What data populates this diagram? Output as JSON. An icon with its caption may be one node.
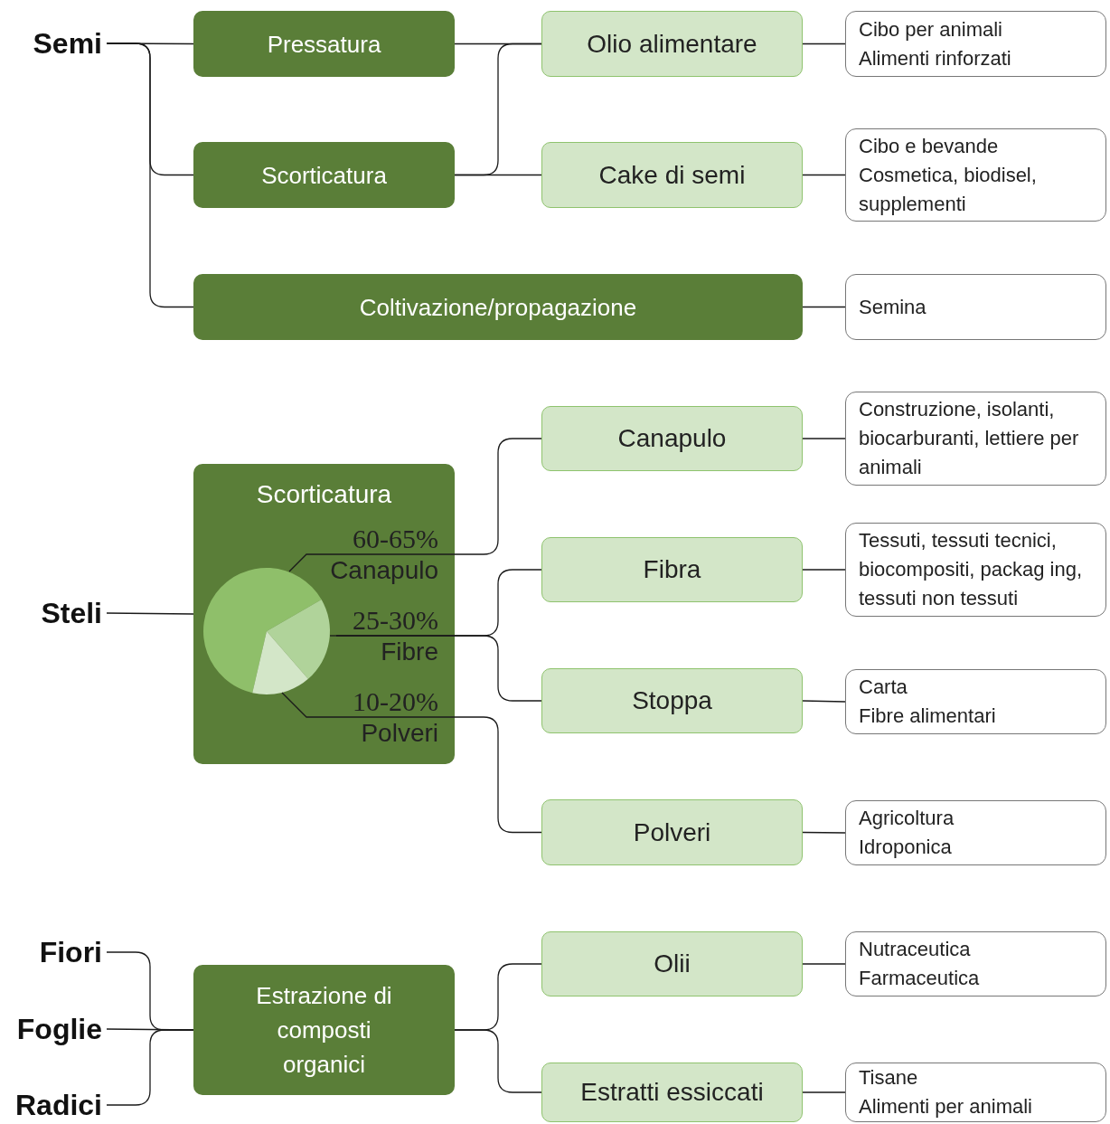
{
  "diagram": {
    "nodes": [
      {
        "text": [
          "Semi"
        ]
      },
      {
        "text": [
          "Pressatura"
        ]
      },
      {
        "text": [
          "Scorticatura"
        ]
      },
      {
        "text": [
          "Coltivazione/propagazione"
        ]
      },
      {
        "text": [
          "Olio alimentare"
        ]
      },
      {
        "text": [
          "Cake di semi"
        ]
      },
      {
        "text": [
          "Cibo per animali",
          "Alimenti rinforzati"
        ]
      },
      {
        "text": [
          "Cibo e bevande",
          "Cosmetica, biodisel, supplementi"
        ]
      },
      {
        "text": [
          "Semina"
        ]
      },
      {
        "text": [
          "Steli"
        ]
      },
      {
        "text": [
          "Scorticatura"
        ]
      },
      {
        "text": [
          "60-65%",
          "Canapulo"
        ],
        "in": 10
      },
      {
        "text": [
          "25-30%",
          "Fibre"
        ],
        "in": 10
      },
      {
        "text": [
          "10-20%",
          "Polveri"
        ],
        "in": 10
      },
      {
        "text": [
          "Canapulo"
        ]
      },
      {
        "text": [
          "Fibra"
        ]
      },
      {
        "text": [
          "Stoppa"
        ]
      },
      {
        "text": [
          "Polveri"
        ]
      },
      {
        "text": [
          "Construzione, isolanti, biocarburanti, lettiere per animali"
        ]
      },
      {
        "text": [
          "Tessuti, tessuti tecnici, biocompositi, packag ing, tessuti non tessuti"
        ]
      },
      {
        "text": [
          "Carta",
          "Fibre alimentari"
        ]
      },
      {
        "text": [
          "Agricoltura",
          "Idroponica"
        ]
      },
      {
        "text": [
          "Fiori"
        ]
      },
      {
        "text": [
          "Foglie"
        ]
      },
      {
        "text": [
          "Radici"
        ]
      },
      {
        "text": [
          "Estrazione di composti organici"
        ]
      },
      {
        "text": [
          "Olii"
        ]
      },
      {
        "text": [
          "Estratti essiccati"
        ]
      },
      {
        "text": [
          "Nutraceutica",
          "Farmaceutica"
        ]
      },
      {
        "text": [
          "Tisane",
          "Alimenti per animali"
        ]
      },
      {
        "text": [],
        "shape": "slice",
        "in": 10
      },
      {
        "text": [],
        "shape": "slice",
        "in": 10
      },
      {
        "text": [],
        "shape": "slice",
        "in": 10
      }
    ],
    "edges": [
      {
        "from": 0,
        "to": 1,
        "arrow": "none"
      },
      {
        "from": 0,
        "to": 2,
        "arrow": "none"
      },
      {
        "from": 0,
        "to": 3,
        "arrow": "none"
      },
      {
        "from": 1,
        "to": 4,
        "arrow": "none"
      },
      {
        "from": 2,
        "to": 4,
        "arrow": "none"
      },
      {
        "from": 2,
        "to": 5,
        "arrow": "none"
      },
      {
        "from": 4,
        "to": 6,
        "arrow": "none"
      },
      {
        "from": 5,
        "to": 7,
        "arrow": "none"
      },
      {
        "from": 3,
        "to": 8,
        "arrow": "none"
      },
      {
        "from": 9,
        "to": 10,
        "arrow": "none"
      },
      {
        "from": 11,
        "to": 14,
        "arrow": "none"
      },
      {
        "from": 12,
        "to": 15,
        "arrow": "none"
      },
      {
        "from": 12,
        "to": 16,
        "arrow": "none"
      },
      {
        "from": 13,
        "to": 17,
        "arrow": "none"
      },
      {
        "from": 14,
        "to": 18,
        "arrow": "none"
      },
      {
        "from": 15,
        "to": 19,
        "arrow": "none"
      },
      {
        "from": 16,
        "to": 20,
        "arrow": "none"
      },
      {
        "from": 17,
        "to": 21,
        "arrow": "none"
      },
      {
        "from": 22,
        "to": 25,
        "arrow": "none"
      },
      {
        "from": 23,
        "to": 25,
        "arrow": "none"
      },
      {
        "from": 24,
        "to": 25,
        "arrow": "none"
      },
      {
        "from": 25,
        "to": 26,
        "arrow": "none"
      },
      {
        "from": 25,
        "to": 27,
        "arrow": "none"
      },
      {
        "from": 26,
        "to": 28,
        "arrow": "none"
      },
      {
        "from": 27,
        "to": 29,
        "arrow": "none"
      },
      {
        "from": 11,
        "to": 30,
        "arrow": "none"
      },
      {
        "from": 12,
        "to": 31,
        "arrow": "none"
      },
      {
        "from": 13,
        "to": 32,
        "arrow": "none"
      }
    ]
  }
}
